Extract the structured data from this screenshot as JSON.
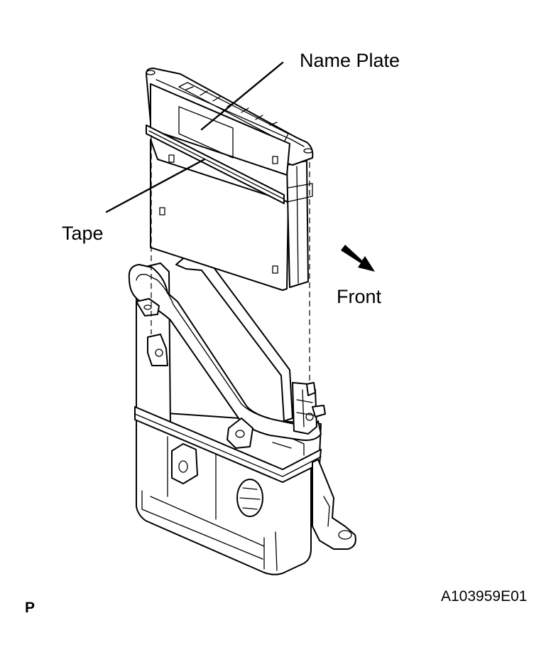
{
  "labels": {
    "name_plate": "Name Plate",
    "tape": "Tape",
    "front": "Front",
    "view_marker": "P",
    "figure_code": "A103959E01"
  },
  "icons": {
    "front_arrow": "arrow-down-right-icon"
  },
  "colors": {
    "line": "#000000",
    "background": "#ffffff"
  }
}
